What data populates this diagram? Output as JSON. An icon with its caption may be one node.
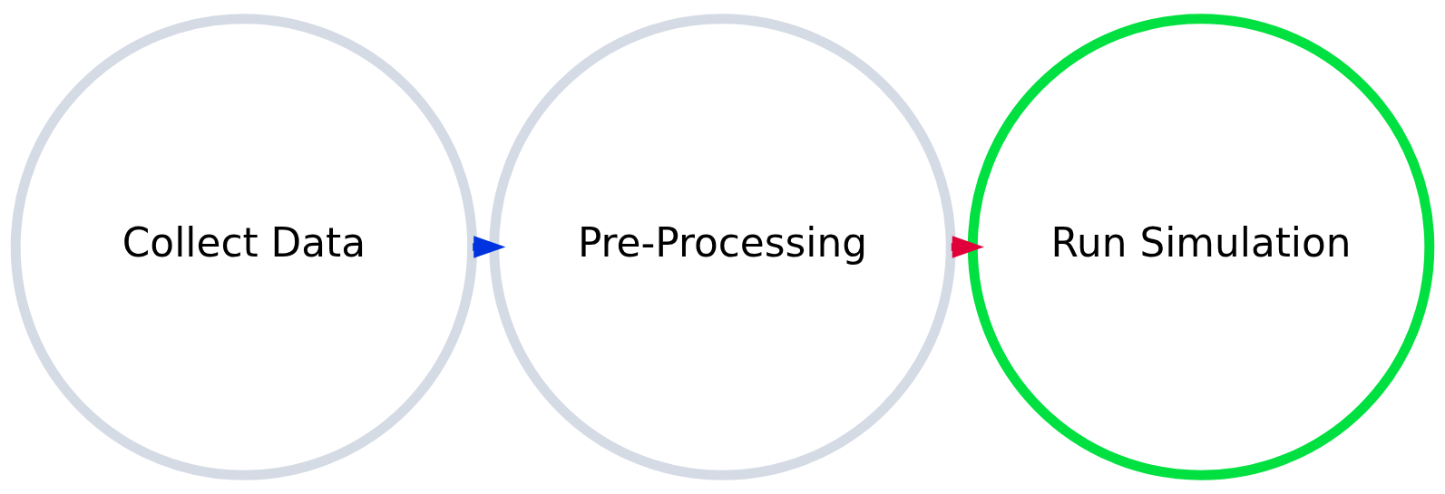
{
  "diagram": {
    "nodes": [
      {
        "text": [
          "Collect Data"
        ]
      },
      {
        "text": [
          "Pre-Processing"
        ]
      },
      {
        "text": [
          "Run Simulation"
        ]
      }
    ],
    "edges": [
      {
        "from": 0,
        "to": 1,
        "arrow": "to",
        "color": "#0033e0"
      },
      {
        "from": 1,
        "to": 2,
        "arrow": "to",
        "color": "#e0003a"
      }
    ]
  }
}
